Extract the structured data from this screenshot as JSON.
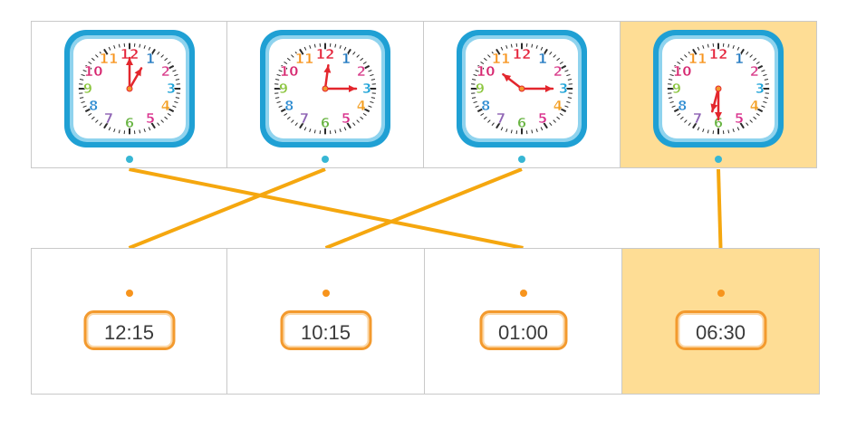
{
  "clocks": [
    {
      "hour": 1,
      "minute": 0,
      "selected": false
    },
    {
      "hour": 12,
      "minute": 15,
      "selected": false
    },
    {
      "hour": 10,
      "minute": 15,
      "selected": false
    },
    {
      "hour": 6,
      "minute": 30,
      "selected": true
    }
  ],
  "times": [
    {
      "label": "12:15",
      "selected": false
    },
    {
      "label": "10:15",
      "selected": false
    },
    {
      "label": "01:00",
      "selected": false
    },
    {
      "label": "06:30",
      "selected": true
    }
  ],
  "connections": [
    {
      "clock": 0,
      "time": 2
    },
    {
      "clock": 1,
      "time": 0
    },
    {
      "clock": 2,
      "time": 1
    },
    {
      "clock": 3,
      "time": 3
    }
  ],
  "colors": {
    "line": "#f5a70f",
    "selected_bg": "#fedd95",
    "clock_frame": "#1fa0d4",
    "hand": "#e3262d",
    "connector_top": "#37b6d4",
    "connector_bottom": "#f7941d",
    "time_border": "#f39a2e"
  },
  "numerals": [
    {
      "n": "12",
      "color": "#e4233a"
    },
    {
      "n": "1",
      "color": "#1f78c1"
    },
    {
      "n": "2",
      "color": "#d9418d"
    },
    {
      "n": "3",
      "color": "#1fa3d8"
    },
    {
      "n": "4",
      "color": "#f39c1b"
    },
    {
      "n": "5",
      "color": "#d9308c"
    },
    {
      "n": "6",
      "color": "#6ab544"
    },
    {
      "n": "7",
      "color": "#8e63b4"
    },
    {
      "n": "8",
      "color": "#2b8ad0"
    },
    {
      "n": "9",
      "color": "#8cc63f"
    },
    {
      "n": "10",
      "color": "#d6266f"
    },
    {
      "n": "11",
      "color": "#f7941d"
    }
  ]
}
